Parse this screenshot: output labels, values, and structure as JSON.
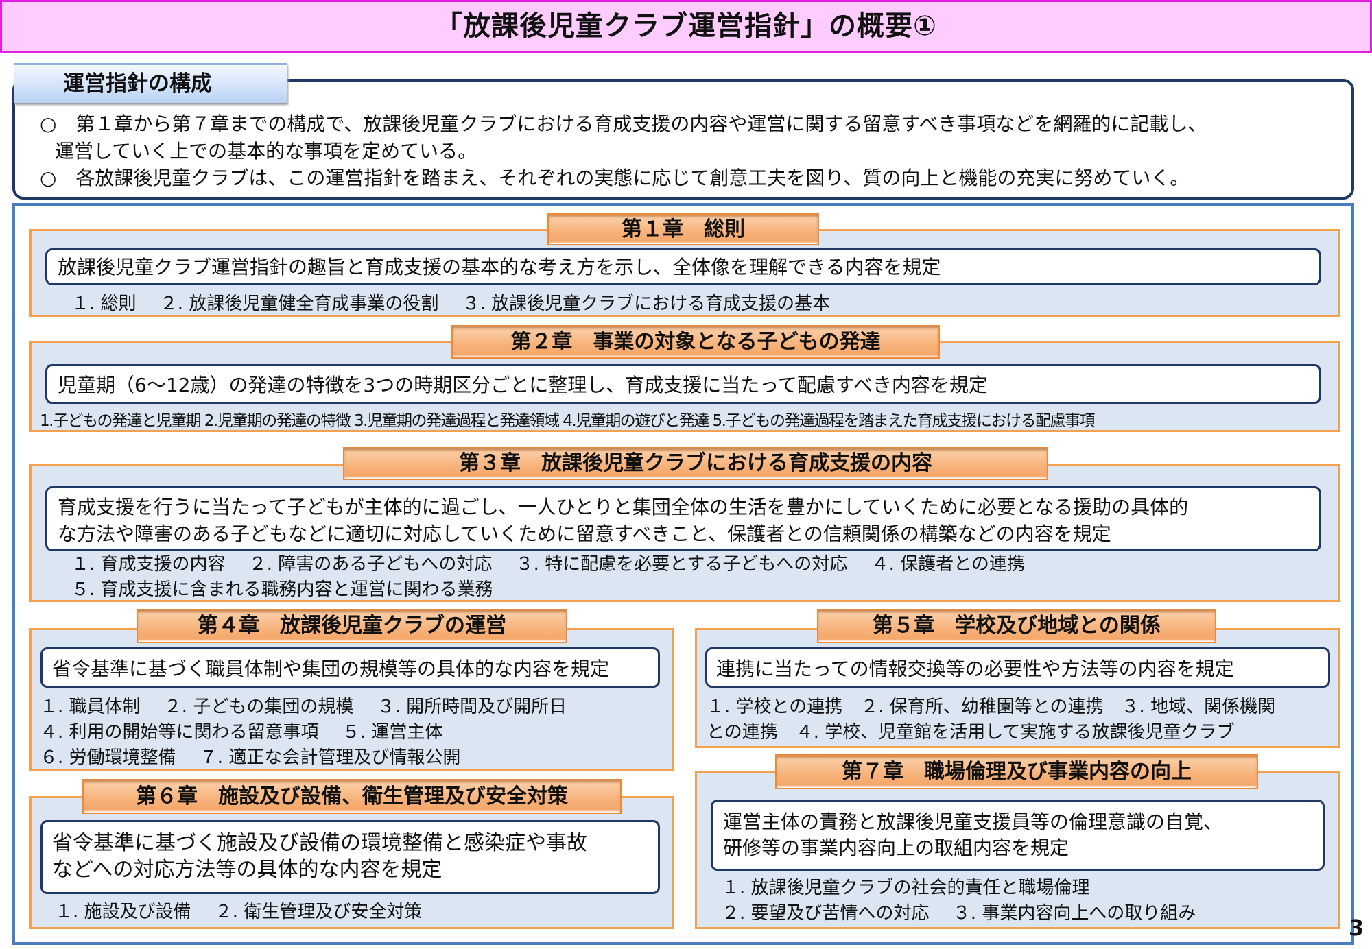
{
  "header": {
    "title": "「放課後児童クラブ運営指針」の概要①"
  },
  "outline": {
    "tab_label": "運営指針の構成",
    "bullets": [
      "○　第１章から第７章までの構成で、放課後児童クラブにおける育成支援の内容や運営に関する留意すべき事項などを網羅的に記載し、",
      "運営していく上での基本的な事項を定めている。",
      "○　各放課後児童クラブは、この運営指針を踏まえ、それぞれの実態に応じて創意工夫を図り、質の向上と機能の充実に努めていく。"
    ]
  },
  "chapters": {
    "ch1": {
      "title": "第１章　総則",
      "summary": [
        "放課後児童クラブ運営指針の趣旨と育成支援の基本的な考え方を示し、全体像を理解できる内容を規定"
      ],
      "items": [
        "１. 総則　 ２. 放課後児童健全育成事業の役割　 ３. 放課後児童クラブにおける育成支援の基本"
      ]
    },
    "ch2": {
      "title": "第２章　事業の対象となる子どもの発達",
      "summary": [
        "児童期（6～12歳）の発達の特徴を3つの時期区分ごとに整理し、育成支援に当たって配慮すべき内容を規定"
      ],
      "items": [
        "1.子どもの発達と児童期  2.児童期の発達の特徴  3.児童期の発達過程と発達領域  4.児童期の遊びと発達  5.子どもの発達過程を踏まえた育成支援における配慮事項"
      ]
    },
    "ch3": {
      "title": "第３章　放課後児童クラブにおける育成支援の内容",
      "summary": [
        "育成支援を行うに当たって子どもが主体的に過ごし、一人ひとりと集団全体の生活を豊かにしていくために必要となる援助の具体的",
        "な方法や障害のある子どもなどに適切に対応していくために留意すべきこと、保護者との信頼関係の構築などの内容を規定"
      ],
      "items": [
        "１. 育成支援の内容　 ２. 障害のある子どもへの対応　 ３. 特に配慮を必要とする子どもへの対応　 ４. 保護者との連携",
        "５. 育成支援に含まれる職務内容と運営に関わる業務"
      ]
    },
    "ch4": {
      "title": "第４章　放課後児童クラブの運営",
      "summary": [
        "省令基準に基づく職員体制や集団の規模等の具体的な内容を規定"
      ],
      "items": [
        "１. 職員体制　 ２. 子どもの集団の規模　 ３. 開所時間及び開所日",
        "４. 利用の開始等に関わる留意事項　 ５. 運営主体",
        "６. 労働環境整備　 ７. 適正な会計管理及び情報公開"
      ]
    },
    "ch5": {
      "title": "第５章　学校及び地域との関係",
      "summary": [
        "連携に当たっての情報交換等の必要性や方法等の内容を規定"
      ],
      "items": [
        "１. 学校との連携　２. 保育所、幼稚園等との連携　３. 地域、関係機関",
        "との連携　４. 学校、児童館を活用して実施する放課後児童クラブ"
      ]
    },
    "ch6": {
      "title": "第６章　施設及び設備、衛生管理及び安全対策",
      "summary": [
        "省令基準に基づく施設及び設備の環境整備と感染症や事故",
        "などへの対応方法等の具体的な内容を規定"
      ],
      "items": [
        "１. 施設及び設備　 ２. 衛生管理及び安全対策"
      ]
    },
    "ch7": {
      "title": "第７章　職場倫理及び事業内容の向上",
      "summary": [
        "運営主体の責務と放課後児童支援員等の倫理意識の自覚、",
        "研修等の事業内容向上の取組内容を規定"
      ],
      "items": [
        "１. 放課後児童クラブの社会的責任と職場倫理",
        "２. 要望及び苦情への対応　 ３. 事業内容向上への取り組み"
      ]
    }
  },
  "page_number": "3"
}
